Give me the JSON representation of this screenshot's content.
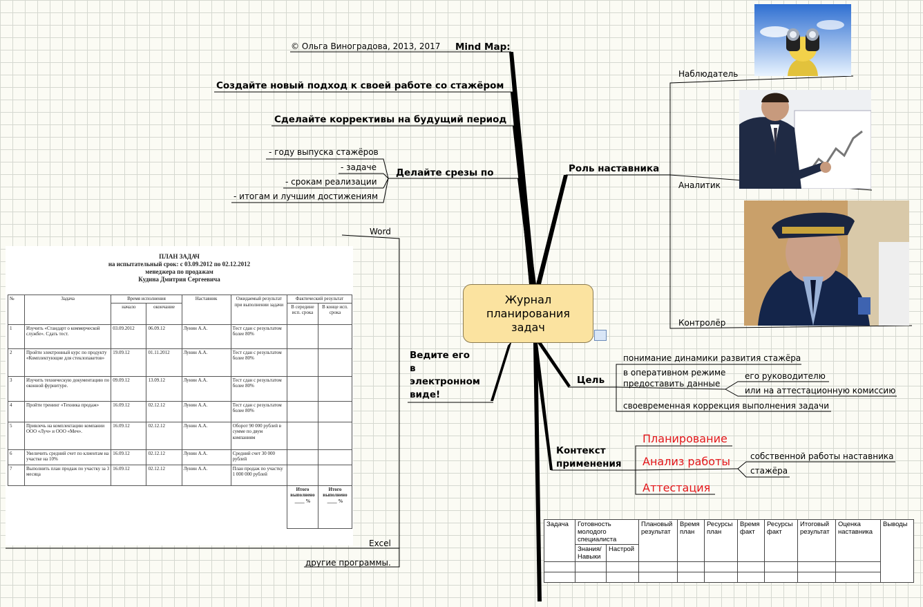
{
  "center": {
    "line1": "Журнал",
    "line2": "планирования",
    "line3": "задач"
  },
  "top": {
    "copyright": "© Ольга Виноградова, 2013, 2017",
    "mindmap": "Mind Map:",
    "b1": "Создайте новый подход к своей работе со стажёром",
    "b2": "Сделайте коррективы на будущий период",
    "slices": "Делайте срезы по",
    "slice_items": [
      "- году выпуска стажёров",
      "- задаче",
      "- срокам реализации",
      "- итогам и лучшим достижениям"
    ]
  },
  "mentor": {
    "title": "Роль наставника",
    "observer": "Наблюдатель",
    "analyst": "Аналитик",
    "controller": "Контролёр",
    "photo1": "binoculars-cartoon",
    "photo2": "businessman-chart",
    "photo3": "police-officer"
  },
  "goal": {
    "title": "Цель",
    "i1": "понимание динамики развития стажёра",
    "i2a": "в оперативном режиме",
    "i2b": "предоставить  данные",
    "i2c": "его руководителю",
    "i2d": "или на аттестационную комиссию",
    "i3": "своевременная коррекция выполнения задачи"
  },
  "context": {
    "title1": "Контекст",
    "title2": "применения",
    "r1": "Планирование",
    "r2": "Анализ работы",
    "r3": "Аттестация",
    "s1": "собственной работы наставника",
    "s2": "стажёра"
  },
  "electronic": {
    "l1": "Ведите его",
    "l2": "в",
    "l3": "электронном",
    "l4": "виде!",
    "word": "Word",
    "excel": "Excel",
    "other": "другие программы."
  },
  "doc": {
    "h1": "ПЛАН  ЗАДАЧ",
    "h2": "на испытательный срок: с 03.09.2012 по 02.12.2012",
    "h3": "менеджера по продажам",
    "h4": "Кудина Дмитрия Сергеевича",
    "cols": [
      "№",
      "Задача",
      "Время исполнения",
      "Наставник",
      "Ожидаемый результат при выполнении задачи",
      "Фактический результат"
    ],
    "sub": [
      "начало",
      "окончание",
      "В середине исп. срока",
      "В конце исп. срока"
    ],
    "rows": [
      [
        "1",
        "Изучить «Стандарт о коммерческой службе». Сдать тест.",
        "03.09.2012",
        "06.09.12",
        "Лунин А.А.",
        "Тест сдан с результатом более 80%"
      ],
      [
        "2",
        "Пройти электронный курс по продукту «Комплектующие для стеклопакетов»",
        "19.09.12",
        "01.11.2012",
        "Лунин А.А.",
        "Тест сдан с результатом более 80%"
      ],
      [
        "3",
        "Изучить техническую документацию по оконной фурнитуре.",
        "09.09.12",
        "13.09.12",
        "Лунин А.А.",
        "Тест сдан с результатом более 80%"
      ],
      [
        "4",
        "Пройти тренинг «Техника продаж»",
        "16.09.12",
        "02.12.12",
        "Лунин А.А.",
        "Тест сдан с результатом более 80%"
      ],
      [
        "5",
        "Привлечь на комплектацию компании ООО «Луч» и ООО «Меч».",
        "16.09.12",
        "02.12.12",
        "Лунин А.А.",
        "Оборот 90 000 рублей в сумме по двум компаниям"
      ],
      [
        "6",
        "Увеличить средний счет по клиентам на участке на 10%",
        "16.09.12",
        "02.12.12",
        "Лунин А.А.",
        "Средний счет 30 000 рублей"
      ],
      [
        "7",
        "Выполнить план продаж по участку за 3 месяца",
        "16.09.12",
        "02.12.12",
        "Лунин А.А.",
        "План продаж по участку 1 000 000 рублей"
      ]
    ],
    "total1": "Итого выполнено ____ %",
    "total2": "Итого выполнено ____ %"
  },
  "grid2": {
    "cols": [
      "Задача",
      "Готовность молодого специалиста",
      "Плановый результат",
      "Время план",
      "Ресурсы план",
      "Время факт",
      "Ресурсы факт",
      "Итоговый результат",
      "Оценка наставника",
      "Выводы"
    ],
    "sub": [
      "Знания/ Навыки",
      "Настрой"
    ]
  },
  "colors": {
    "center_fill": "#fbe3a0",
    "accent_red": "#e3171b",
    "grid": "#d5d8d0"
  }
}
